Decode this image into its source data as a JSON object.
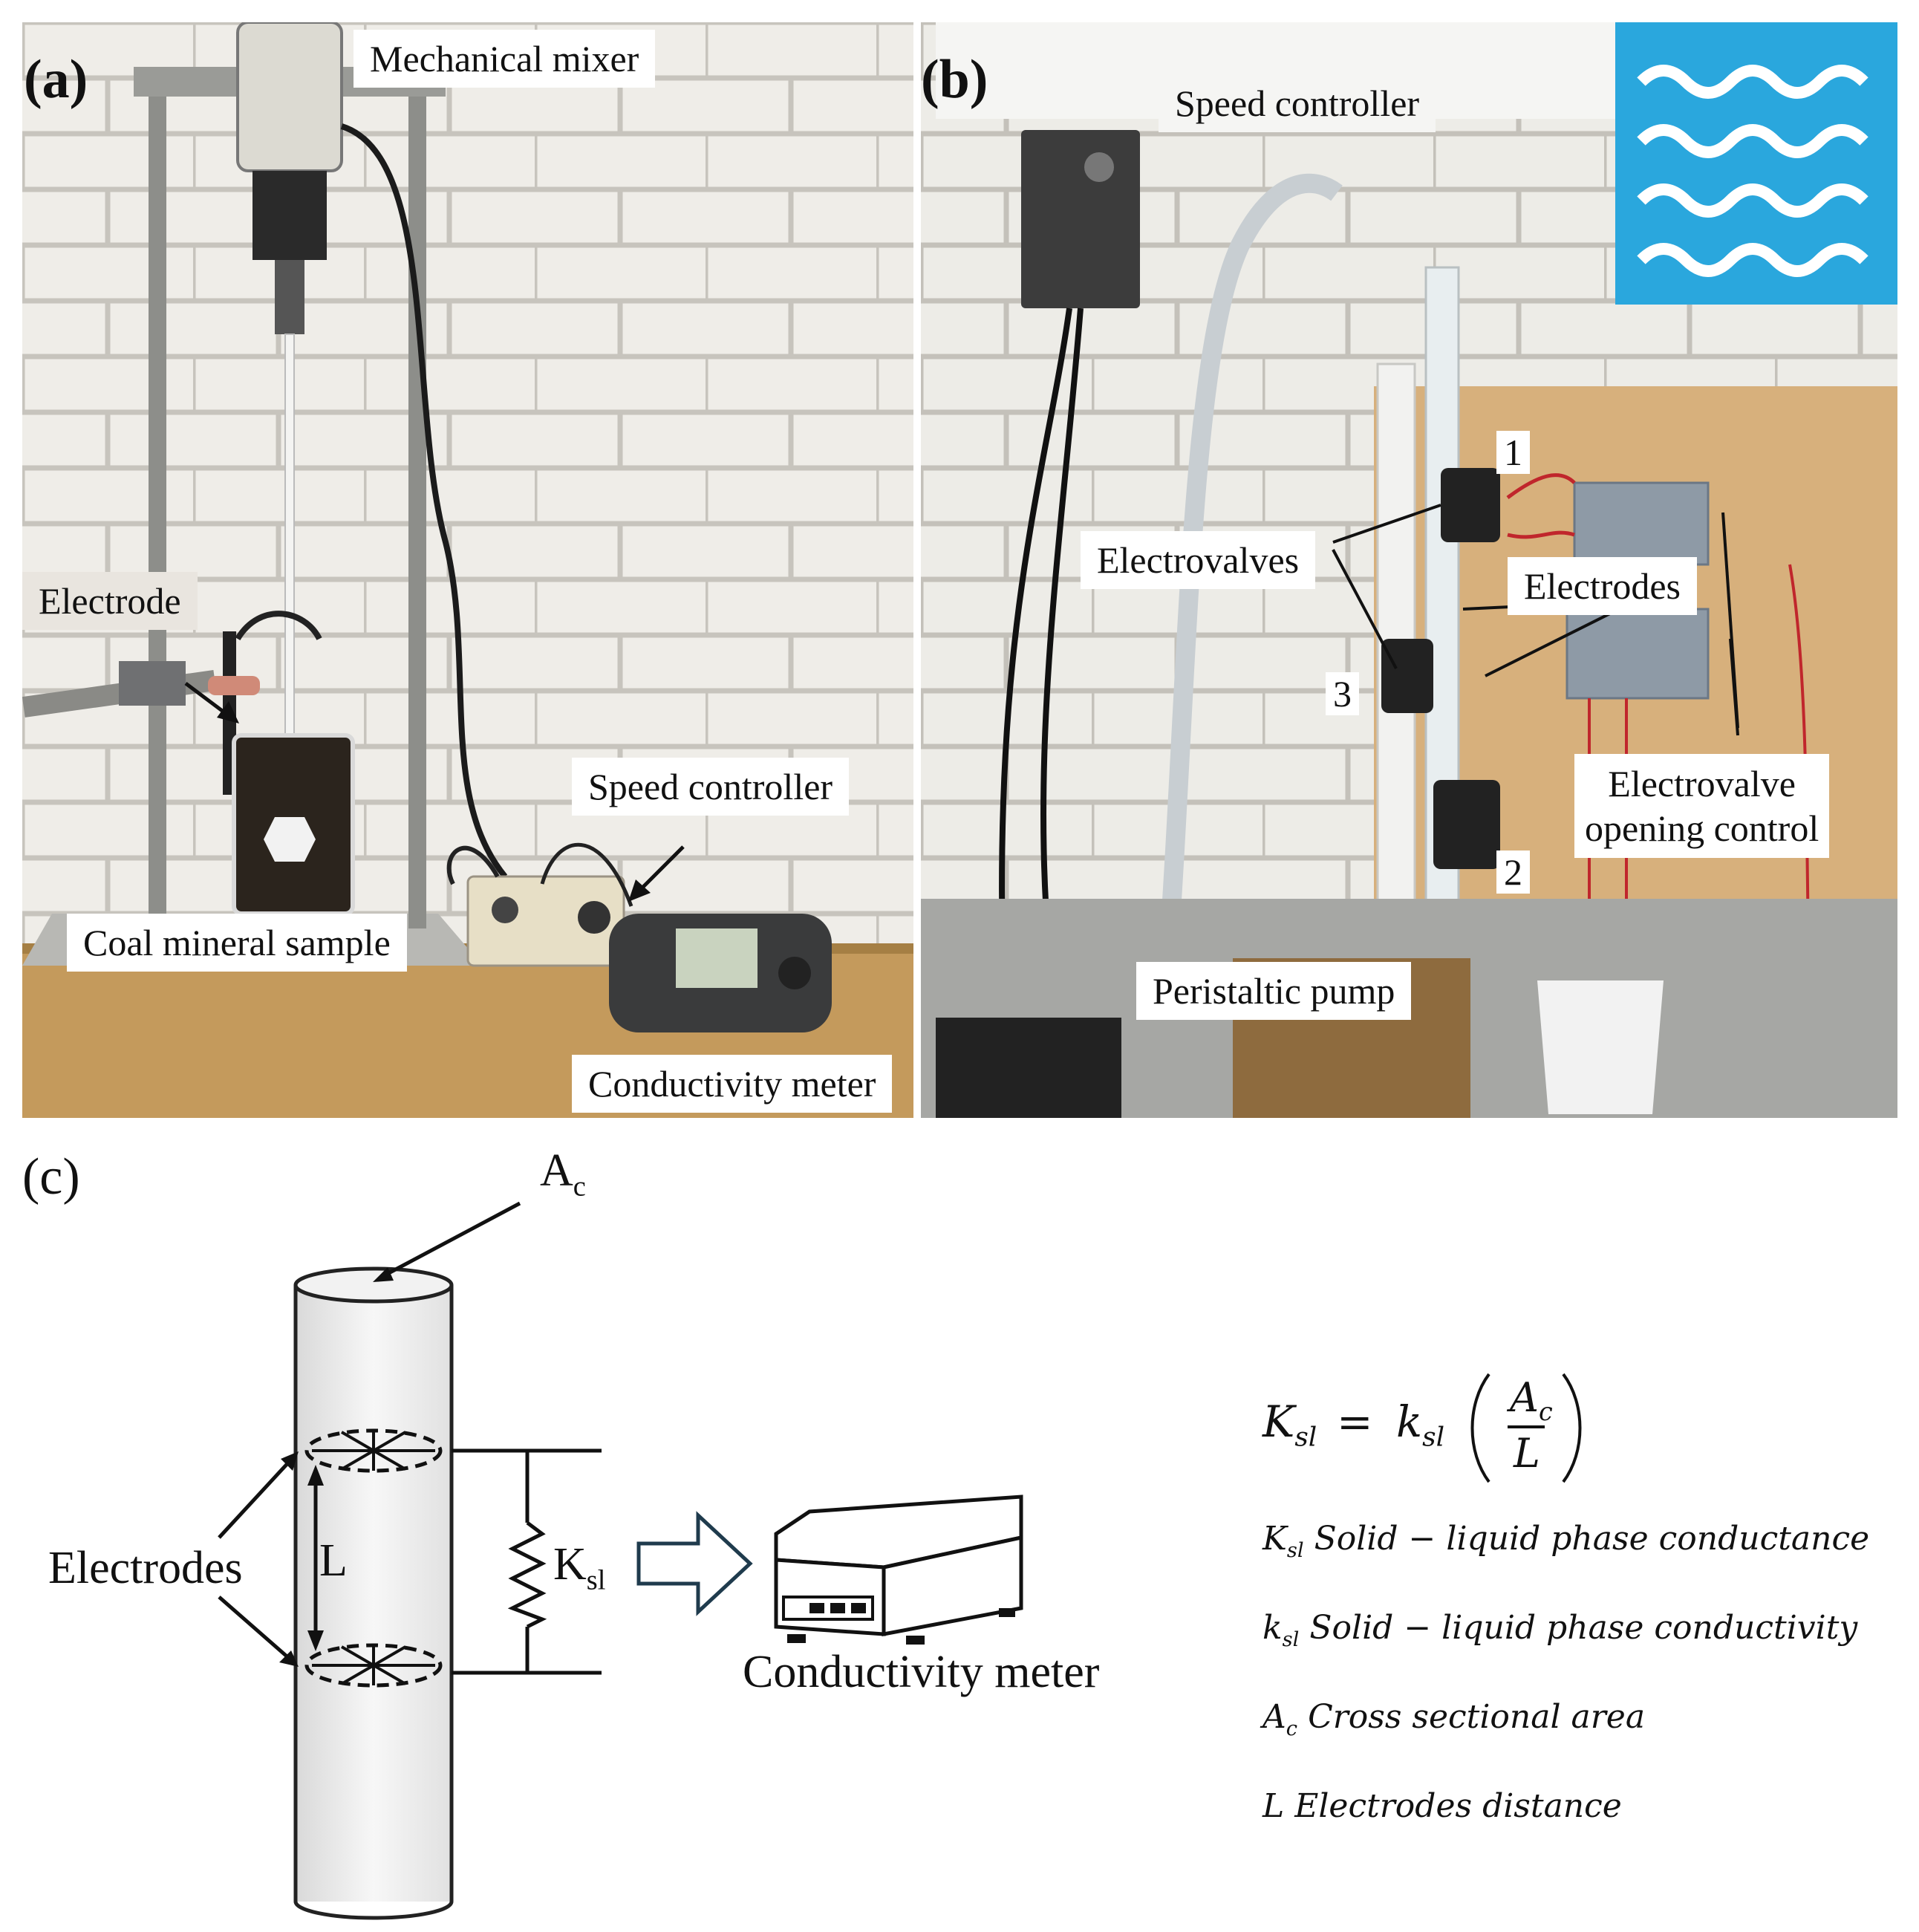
{
  "panel_a": {
    "label": "(a)",
    "mixer": "Mechanical mixer",
    "electrode": "Electrode",
    "speed_controller": "Speed controller",
    "sample": "Coal mineral sample",
    "meter": "Conductivity meter"
  },
  "panel_b": {
    "label": "(b)",
    "speed_controller": "Speed controller",
    "electrovalves": "Electrovalves",
    "electrodes": "Electrodes",
    "valve_control_line1": "Electrovalve",
    "valve_control_line2": "opening control",
    "pump": "Peristaltic pump",
    "n1": "1",
    "n2": "2",
    "n3": "3"
  },
  "panel_c": {
    "label": "(c)",
    "area_A": "A",
    "area_sub": "c",
    "electrodes": "Electrodes",
    "L": "L",
    "K": "K",
    "K_sub": "sl",
    "meter": "Conductivity meter",
    "equation": {
      "lhs": "K",
      "lhs_sub": "sl",
      "equals": "=",
      "k": "k",
      "k_sub": "sl",
      "num": "A",
      "num_sub": "c",
      "den": "L"
    },
    "legend": [
      {
        "sym": "K",
        "sub": "sl",
        "text": "Solid − liquid phase conductance"
      },
      {
        "sym": "k",
        "sub": "sl",
        "text": "Solid − liquid phase conductivity"
      },
      {
        "sym": "A",
        "sub": "c",
        "text": "Cross sectional area"
      },
      {
        "sym": "L",
        "sub": "",
        "text": " Electrodes distance"
      }
    ]
  },
  "colors": {
    "brick_wall": "#ecebe6",
    "mortar": "#c9c6bf",
    "bench": "#c9a66b",
    "plywood": "#d8b585",
    "poster": "#2aa7dd"
  }
}
